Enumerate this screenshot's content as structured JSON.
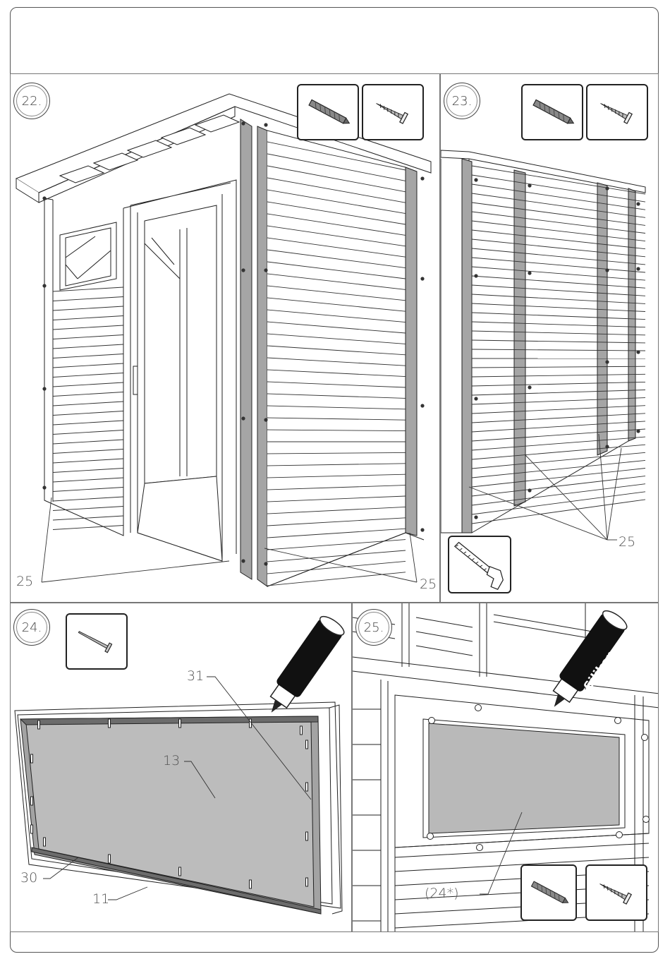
{
  "steps": {
    "s22": {
      "number": "22.",
      "labels": {
        "left": "25",
        "right": "25"
      }
    },
    "s23": {
      "number": "23.",
      "labels": {
        "right": "25"
      }
    },
    "s24": {
      "number": "24.",
      "labels": {
        "l31": "31",
        "l13": "13",
        "l30": "30",
        "l11": "11"
      },
      "tube": "Silikon"
    },
    "s25": {
      "number": "25.",
      "labels": {
        "l24": "(24*)"
      },
      "tube": "Silikon"
    }
  },
  "icons": {
    "drill": "drill-bit-icon",
    "screw": "screw-icon",
    "nail": "nail-icon",
    "saw": "hand-saw-icon",
    "silicone": "silicone-tube-icon"
  },
  "colors": {
    "line": "#222222",
    "glass": "#b9b9b9",
    "trim": "#9a9a9a",
    "background": "#ffffff"
  }
}
